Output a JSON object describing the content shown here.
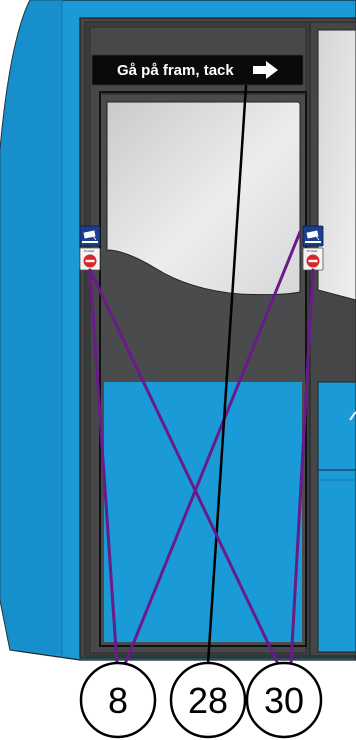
{
  "sign": {
    "text": "Gå på fram, tack",
    "arrow_icon": "arrow-right-icon",
    "background": "#0a0a0a",
    "color": "#ffffff"
  },
  "stickers": {
    "camera_icon": "cctv-camera-icon",
    "no_entry_icon": "no-entry-icon",
    "no_entry_caption": "Endast"
  },
  "callouts": [
    {
      "label": "8"
    },
    {
      "label": "28"
    },
    {
      "label": "30"
    }
  ],
  "colors": {
    "bus_blue": "#1a9ad6",
    "bus_blue_dark": "#1276ab",
    "door_dark": "#454648",
    "window_light": "#e2e3e4",
    "leader_purple": "#6a1b8a",
    "leader_black": "#000000"
  }
}
